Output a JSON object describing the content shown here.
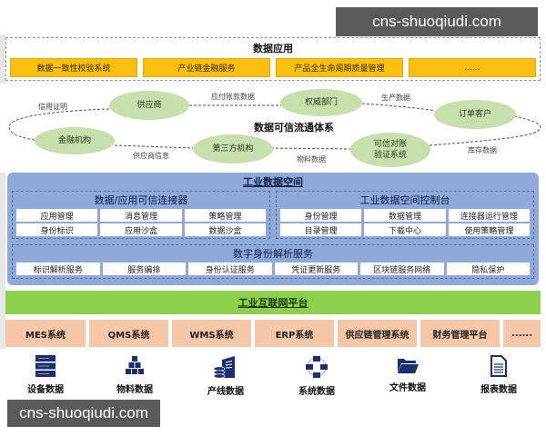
{
  "watermark": {
    "text": "cns-shuoqiudi.com"
  },
  "data_application": {
    "title": "数据应用",
    "items": [
      "数据一致性校验系统",
      "产业链金融服务",
      "产品全生命周期质量管理",
      "......"
    ]
  },
  "trust_flow": {
    "title": "数据可信流通体系",
    "nodes": {
      "supplier": "供应商",
      "authority": "权威部门",
      "customer": "订单客户",
      "finance": "金融机构",
      "third_party": "第三方机构",
      "verify_line1": "可信对账",
      "verify_line2": "验证系统"
    },
    "edge_labels": {
      "credit_proof": "信用证明",
      "payables": "应付账款数据",
      "production": "生产数据",
      "supplier_info": "供应商信息",
      "material": "物料数据",
      "inventory": "库存数据"
    }
  },
  "industrial_data_space": {
    "title": "工业数据空间",
    "connector": {
      "title": "数据/应用可信连接器",
      "items": [
        "应用管理",
        "消息管理",
        "策略管理",
        "身份标识",
        "应用沙盒",
        "数据沙盒"
      ]
    },
    "console": {
      "title": "工业数据空间控制台",
      "items": [
        "身份管理",
        "数据管理",
        "连接器运行管理",
        "目录管理",
        "下载中心",
        "使用策略管理"
      ]
    },
    "identity": {
      "title": "数字身份解析服务",
      "items": [
        "标识解析服务",
        "服务编排",
        "身份认证服务",
        "凭证更新服务",
        "区块链服务网络",
        "隐私保护"
      ]
    }
  },
  "platform": {
    "title": "工业互联网平台"
  },
  "systems": [
    "MES系统",
    "QMS系统",
    "WMS系统",
    "ERP系统",
    "供应链管理系统",
    "财务管理平台",
    "......"
  ],
  "data_sources": [
    {
      "icon": "server-rack-icon",
      "label": "设备数据"
    },
    {
      "icon": "stacked-boxes-icon",
      "label": "物料数据"
    },
    {
      "icon": "building-database-icon",
      "label": "产线数据"
    },
    {
      "icon": "network-icon",
      "label": "系统数据"
    },
    {
      "icon": "folder-icon",
      "label": "文件数据"
    },
    {
      "icon": "document-icon",
      "label": "报表数据"
    }
  ],
  "colors": {
    "app_item": "#fbbf10",
    "ellipse": "#c6dfac",
    "data_space": "#8fa9d9",
    "platform": "#8ecf4e",
    "system": "#f6c6a8",
    "icon": "#1b2f6e"
  }
}
